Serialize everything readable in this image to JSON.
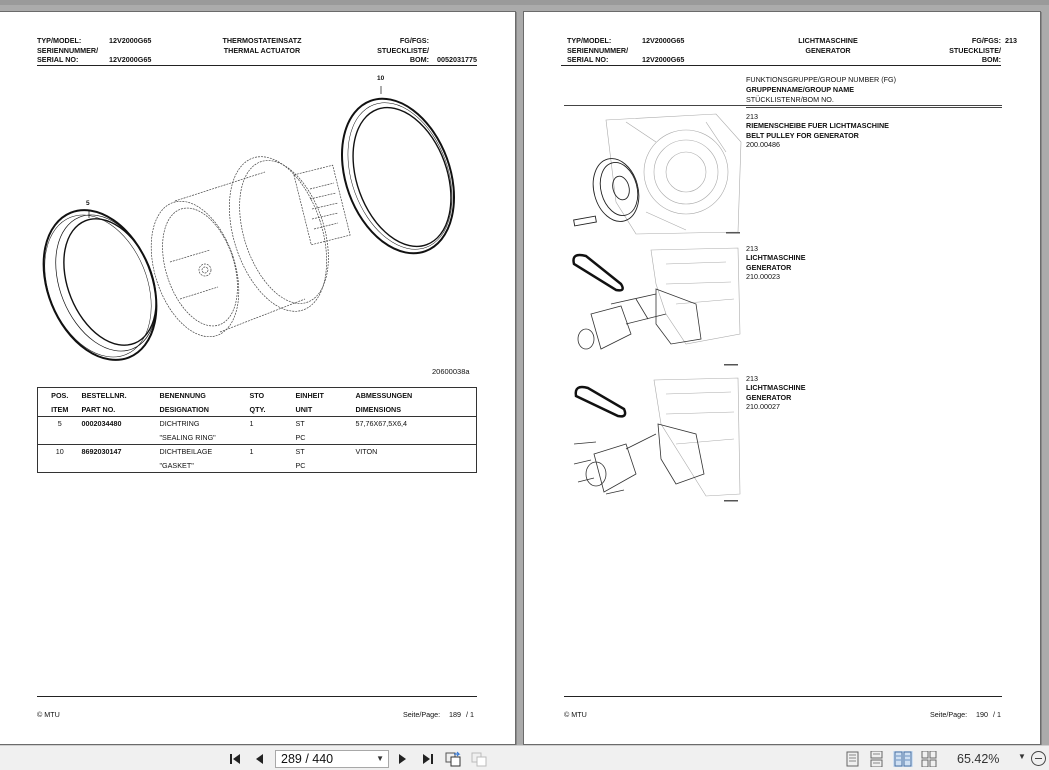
{
  "left_page": {
    "header": {
      "model_label": "TYP/MODEL:",
      "model_value": "12V2000G65",
      "serial_label_de": "SERIENNUMMER/",
      "serial_label_en": "SERIAL NO:",
      "serial_value": "12V2000G65",
      "title_de": "THERMOSTATEINSATZ",
      "title_en": "THERMAL ACTUATOR",
      "fg_label": "FG/FGS:",
      "fg_value": "",
      "stueckliste_label": "STUECKLISTE/",
      "bom_label": "BOM:",
      "bom_value": "0052031775"
    },
    "figure": {
      "callouts": [
        "10",
        "5"
      ],
      "figure_number": "20600038a"
    },
    "table": {
      "headers_de": [
        "POS.",
        "BESTELLNR.",
        "BENENNUNG",
        "STO",
        "EINHEIT",
        "ABMESSUNGEN"
      ],
      "headers_en": [
        "ITEM",
        "PART NO.",
        "DESIGNATION",
        "QTY.",
        "UNIT",
        "DIMENSIONS"
      ],
      "rows": [
        {
          "pos": "5",
          "part_no": "0002034480",
          "designation_de": "DICHTRING",
          "designation_en": "\"SEALING RING\"",
          "qty": "1",
          "unit_de": "ST",
          "unit_en": "PC",
          "dimensions": "57,76X67,5X6,4"
        },
        {
          "pos": "10",
          "part_no": "8692030147",
          "designation_de": "DICHTBEILAGE",
          "designation_en": "\"GASKET\"",
          "qty": "1",
          "unit_de": "ST",
          "unit_en": "PC",
          "dimensions": "VITON"
        }
      ]
    },
    "footer": {
      "copyright": "© MTU",
      "page_label": "Seite/Page:",
      "page_number": "189",
      "page_sub": "/ 1"
    }
  },
  "right_page": {
    "header": {
      "model_label": "TYP/MODEL:",
      "model_value": "12V2000G65",
      "serial_label_de": "SERIENNUMMER/",
      "serial_label_en": "SERIAL NO:",
      "serial_value": "12V2000G65",
      "title_de": "LICHTMASCHINE",
      "title_en": "GENERATOR",
      "fg_label": "FG/FGS:",
      "fg_value": "213",
      "stueckliste_label": "STUECKLISTE/",
      "bom_label": "BOM:",
      "bom_value": ""
    },
    "legend": {
      "line1": "FUNKTIONSGRUPPE/GROUP NUMBER (FG)",
      "line2": "GRUPPENNAME/GROUP NAME",
      "line3": "STÜCKLISTENR/BOM NO."
    },
    "groups": [
      {
        "fg": "213",
        "name_de": "RIEMENSCHEIBE FUER LICHTMASCHINE",
        "name_en": "BELT PULLEY FOR GENERATOR",
        "bom": "200.00486"
      },
      {
        "fg": "213",
        "name_de": "LICHTMASCHINE",
        "name_en": "GENERATOR",
        "bom": "210.00023"
      },
      {
        "fg": "213",
        "name_de": "LICHTMASCHINE",
        "name_en": "GENERATOR",
        "bom": "210.00027"
      }
    ],
    "footer": {
      "copyright": "© MTU",
      "page_label": "Seite/Page:",
      "page_number": "190",
      "page_sub": "/ 1"
    }
  },
  "toolbar": {
    "first_page_icon": "first-page-icon",
    "prev_page_icon": "prev-page-icon",
    "page_display": "289 / 440",
    "next_page_icon": "next-page-icon",
    "last_page_icon": "last-page-icon",
    "zoom_level": "65.42%",
    "active_view_mode": "two-page"
  }
}
